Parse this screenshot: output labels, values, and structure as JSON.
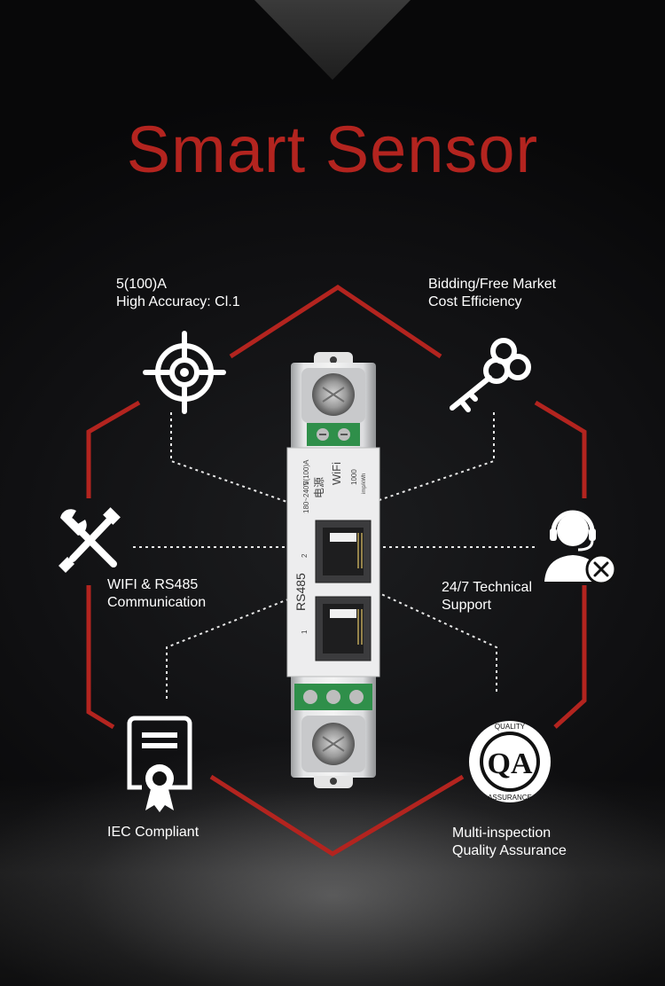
{
  "title": "Smart Sensor",
  "colors": {
    "accent": "#b3241f",
    "text": "#ffffff",
    "background": "#0c0c0d"
  },
  "features": {
    "accuracy": {
      "line1": "5(100)A",
      "line2": "High Accuracy: Cl.1",
      "icon": "target-icon"
    },
    "market": {
      "line1": "Bidding/Free Market",
      "line2": "Cost Efficiency",
      "icon": "key-icon"
    },
    "communication": {
      "line1": "WIFI & RS485",
      "line2": "Communication",
      "icon": "wrench-screwdriver-icon"
    },
    "support": {
      "line1": "24/7 Technical",
      "line2": "Support",
      "icon": "support-agent-icon"
    },
    "iec": {
      "line1": "IEC Compliant",
      "icon": "certificate-icon"
    },
    "quality": {
      "line1": "Multi-inspection",
      "line2": "Quality Assurance",
      "icon": "quality-assurance-icon"
    }
  },
  "device": {
    "voltage": "180~240V",
    "current": "5(100)A",
    "power": "电源",
    "wifi": "WiFi",
    "rate": "1000",
    "rate_unit": "imp/kWh",
    "port_label": "RS485",
    "port_1": "1",
    "port_2": "2"
  },
  "qa_badge": {
    "top": "QUALITY",
    "letters": "QA",
    "bottom": "ASSURANCE"
  }
}
